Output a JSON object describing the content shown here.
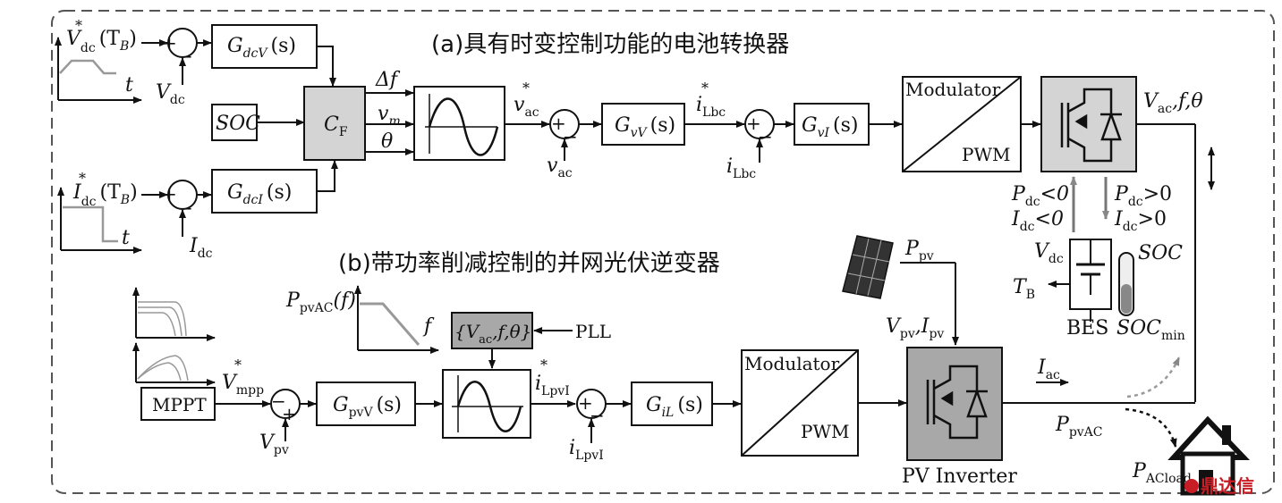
{
  "titles": {
    "a": "(a)具有时变控制功能的电池转换器",
    "b": "(b)带功率削减控制的并网光伏逆变器"
  },
  "upper": {
    "vdc_ref": "V",
    "vdc_ref_sup": "*",
    "vdc_ref_sub": "dc",
    "vdc_ref_arg": "(T",
    "vdc_ref_arg_sub": "B",
    "vdc_ref_arg_close": ")",
    "t": "t",
    "vdc_meas": "V",
    "vdc_meas_sub": "dc",
    "gdcv": "G",
    "gdcv_sub": "dcV",
    "gdcv_arg": "(s)",
    "soc": "SOC",
    "cf": "C",
    "cf_sub": "F",
    "idc_ref": "I",
    "idc_ref_sup": "*",
    "idc_ref_sub": "dc",
    "idc_ref_arg": "(T",
    "idc_ref_arg_sub": "B",
    "idc_ref_arg_close": ")",
    "idc_meas": "I",
    "idc_meas_sub": "dc",
    "gdci": "G",
    "gdci_sub": "dcI",
    "gdci_arg": "(s)",
    "df": "Δf",
    "vm": "v",
    "vm_sub": "m",
    "theta": "θ",
    "vac_ref": "v",
    "vac_ref_sup": "*",
    "vac_ref_sub": "ac",
    "vac_meas": "v",
    "vac_meas_sub": "ac",
    "gvv": "G",
    "gvv_sub": "vV",
    "gvv_arg": "(s)",
    "ilbc_ref": "i",
    "ilbc_ref_sup": "*",
    "ilbc_ref_sub": "Lbc",
    "ilbc_meas": "i",
    "ilbc_meas_sub": "Lbc",
    "gvi": "G",
    "gvi_sub": "vI",
    "gvi_arg": "(s)",
    "modulator": "Modulator",
    "pwm": "PWM",
    "vac_out": "V",
    "vac_out_sub": "ac",
    "vac_out_rest": ",f,θ",
    "pdc_neg": "P",
    "pdc_neg_sub": "dc",
    "pdc_neg_rest": "<0",
    "idc_neg": "I",
    "idc_neg_sub": "dc",
    "idc_neg_rest": "<0",
    "pdc_pos": "P",
    "pdc_pos_sub": "dc",
    "pdc_pos_rest": ">0",
    "idc_pos": "I",
    "idc_pos_sub": "dc",
    "idc_pos_rest": ">0",
    "bes_vdc": "V",
    "bes_vdc_sub": "dc",
    "soc_right": "SOC",
    "tb": "T",
    "tb_sub": "B",
    "bes": "BES",
    "socmin": "SOC",
    "socmin_sub": "min"
  },
  "lower": {
    "ppvac_f": "P",
    "ppvac_f_sub": "pvAC",
    "ppvac_f_arg": "(f)",
    "f": "f",
    "pll_in": "{V",
    "pll_in_sub": "ac",
    "pll_in_rest": ",f,θ}",
    "pll": "PLL",
    "mppt": "MPPT",
    "vmpp": "V",
    "vmpp_sup": "*",
    "vmpp_sub": "mpp",
    "vpv": "V",
    "vpv_sub": "pv",
    "gpvv": "G",
    "gpvv_sub": "pvV",
    "gpvv_arg": "(s)",
    "ilpvi_ref": "i",
    "ilpvi_ref_sup": "*",
    "ilpvi_ref_sub": "LpvI",
    "ilpvi_meas": "i",
    "ilpvi_meas_sub": "LpvI",
    "gil": "G",
    "gil_sub": "iL",
    "gil_arg": "(s)",
    "modulator": "Modulator",
    "pwm": "PWM",
    "ppv": "P",
    "ppv_sub": "pv",
    "vpv_ipv": "V",
    "vpv_ipv_sub1": "pv",
    "vpv_ipv_mid": ",I",
    "vpv_ipv_sub2": "pv",
    "iac": "I",
    "iac_sub": "ac",
    "ppvac": "P",
    "ppvac_sub": "pvAC",
    "pv_inverter": "PV Inverter",
    "pacload": "P",
    "pacload_sub": "ACload"
  },
  "watermark": "鼎达信",
  "colors": {
    "block_fill": "#d4d4d4",
    "inverter_fill": "#a8a8a8",
    "frame": "#555555"
  }
}
